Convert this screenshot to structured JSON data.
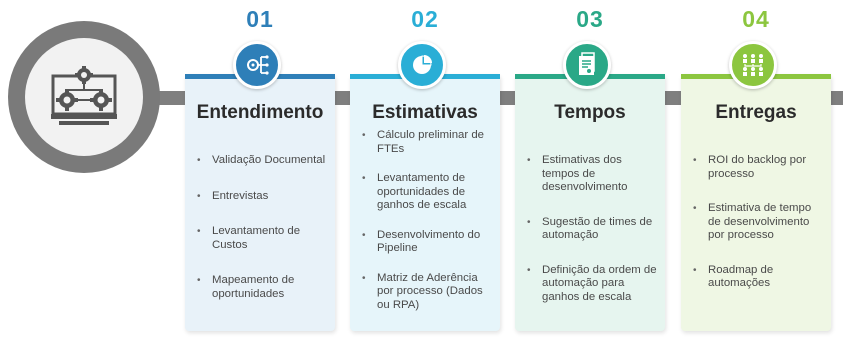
{
  "colors": {
    "step1": "#2e7fb8",
    "step2": "#2aaed6",
    "step3": "#2aa887",
    "step4": "#8cc63f",
    "connector": "#7f7f7f"
  },
  "hub": {
    "icon": "automation-gears-icon"
  },
  "steps": [
    {
      "number": "01",
      "title": "Entendimento",
      "icon": "flowchart-gear-icon",
      "items": [
        "Validação Documental",
        "Entrevistas",
        "Levantamento de Custos",
        "Mapeamento de oportunidades"
      ]
    },
    {
      "number": "02",
      "title": "Estimativas",
      "icon": "pie-chart-icon",
      "items": [
        "Cálculo preliminar de FTEs",
        "Levantamento de oportunidades de ganhos de escala",
        "Desenvolvimento do Pipeline",
        "Matriz de Aderência por processo (Dados ou RPA)"
      ]
    },
    {
      "number": "03",
      "title": "Tempos",
      "icon": "document-clipboard-icon",
      "items": [
        "Estimativas dos tempos de desenvolvimento",
        "Sugestão de times de automação",
        "Definição da ordem de automação para ganhos de escala"
      ]
    },
    {
      "number": "04",
      "title": "Entregas",
      "icon": "network-team-icon",
      "items": [
        "ROI do backlog por processo",
        "Estimativa de tempo de desenvolvimento por processo",
        "Roadmap de automações"
      ]
    }
  ]
}
